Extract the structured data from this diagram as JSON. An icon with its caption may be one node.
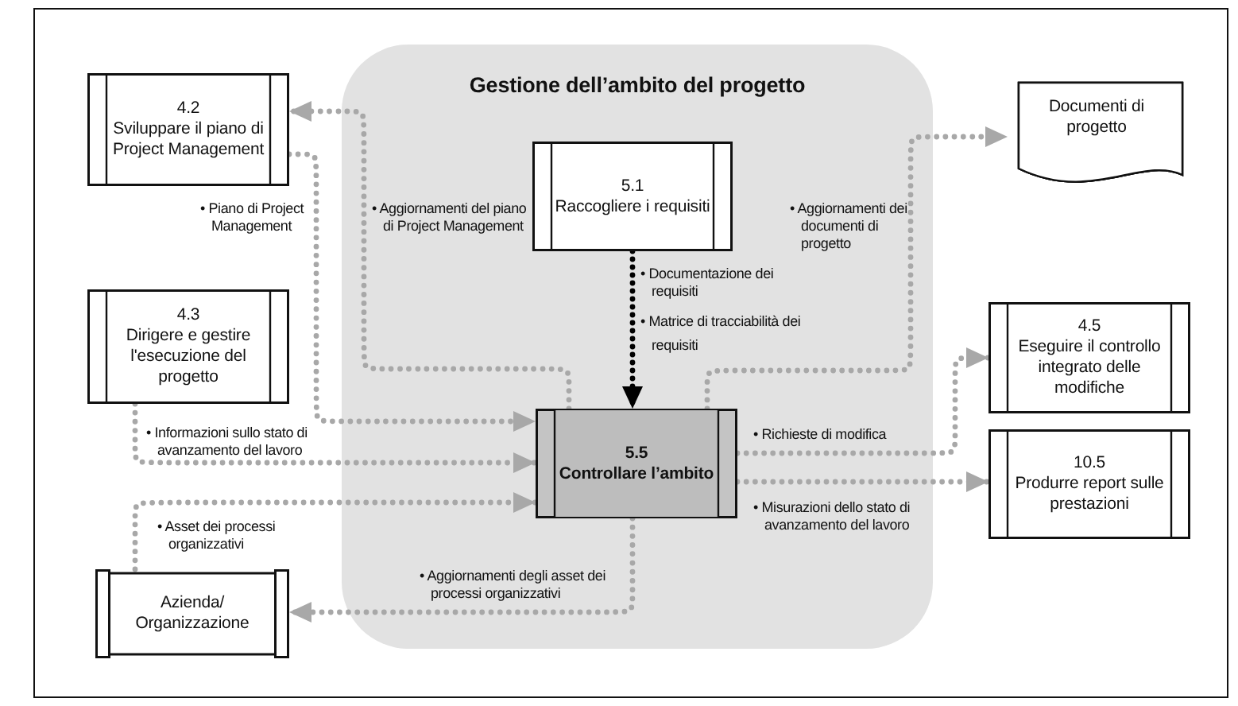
{
  "diagram": {
    "nodes": [
      {
        "text": [
          "Gestione dell’ambito del progetto"
        ]
      },
      {
        "text": [
          "4.2",
          "Sviluppare il piano di Project Management"
        ]
      },
      {
        "text": [
          "4.3",
          "Dirigere e gestire l'esecuzione del progetto"
        ]
      },
      {
        "text": [
          "5.1",
          "Raccogliere i requisiti"
        ],
        "in": 0
      },
      {
        "text": [
          "5.5",
          "Controllare l’ambito"
        ],
        "in": 0
      },
      {
        "text": [
          "Documenti di progetto"
        ]
      },
      {
        "text": [
          "4.5",
          "Eseguire il controllo integrato delle modifiche"
        ]
      },
      {
        "text": [
          "10.5",
          "Produrre report sulle prestazioni"
        ]
      },
      {
        "text": [
          "Azienda/ Organizzazione"
        ]
      }
    ],
    "edges": [
      {
        "from": 4,
        "to": 1,
        "arrow": "to",
        "label": "• Aggiornamenti del piano di Project Management"
      },
      {
        "from": 1,
        "to": 4,
        "arrow": "to",
        "label": "• Piano di Project Management"
      },
      {
        "from": 2,
        "to": 4,
        "arrow": "to",
        "label": "• Informazioni sullo stato di avanzamento del lavoro"
      },
      {
        "from": 8,
        "to": 4,
        "arrow": "to",
        "label": "• Asset dei processi organizzativi"
      },
      {
        "from": 4,
        "to": 8,
        "arrow": "to",
        "label": "• Aggiornamenti degli asset dei processi organizzativi"
      },
      {
        "from": 3,
        "to": 4,
        "arrow": "to",
        "label": "• Documentazione dei requisiti",
        "color": "#000000"
      },
      {
        "from": 4,
        "to": 5,
        "arrow": "to",
        "label": "• Aggiornamenti dei documenti di progetto"
      },
      {
        "from": 4,
        "to": 6,
        "arrow": "to",
        "label": "• Richieste di modifica"
      },
      {
        "from": 4,
        "to": 7,
        "arrow": "to",
        "label": "• Misurazioni dello stato di avanzamento del lavoro"
      }
    ],
    "labels": [
      "• Matrice di tracciabilità dei requisiti"
    ]
  }
}
